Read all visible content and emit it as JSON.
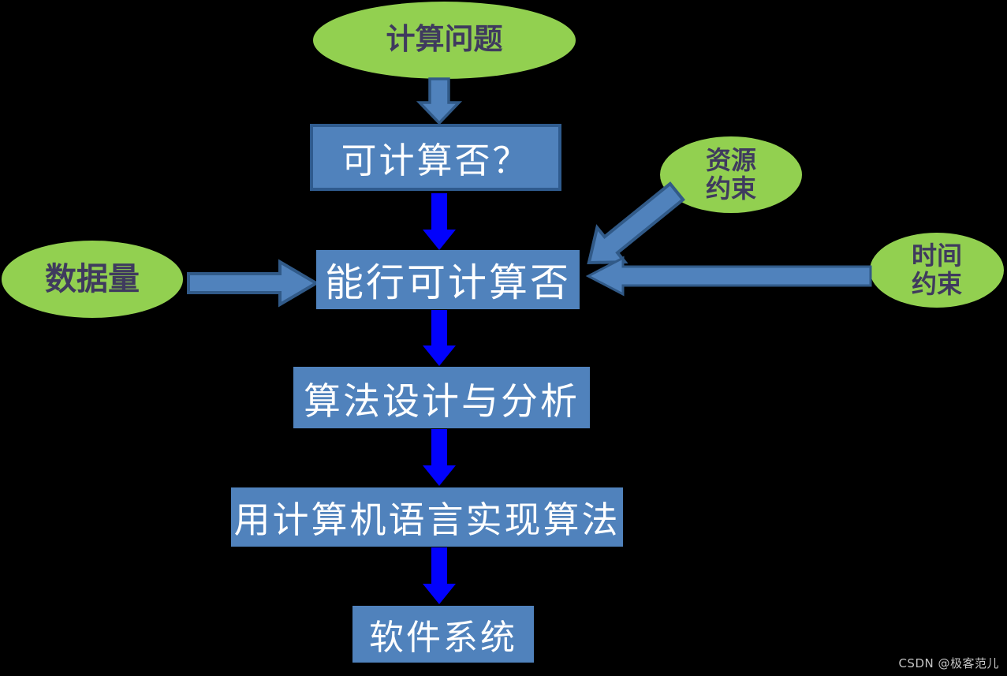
{
  "diagram": {
    "title": "computation-to-software flowchart",
    "nodes": {
      "problem": {
        "label": "计算问题",
        "shape": "ellipse"
      },
      "computable": {
        "label": "可计算否？",
        "shape": "rect"
      },
      "feasible": {
        "label": "能行可计算否",
        "shape": "rect"
      },
      "data_volume": {
        "label": "数据量",
        "shape": "ellipse"
      },
      "resource_constraint": {
        "line1": "资源",
        "line2": "约束",
        "shape": "ellipse"
      },
      "time_constraint": {
        "line1": "时间",
        "line2": "约束",
        "shape": "ellipse"
      },
      "algorithm": {
        "label": "算法设计与分析",
        "shape": "rect"
      },
      "implementation": {
        "label": "用计算机语言实现算法",
        "shape": "rect"
      },
      "software": {
        "label": "软件系统",
        "shape": "rect"
      }
    },
    "edges": [
      {
        "from": "计算问题",
        "to": "可计算否？",
        "style": "block-arrow"
      },
      {
        "from": "可计算否？",
        "to": "能行可计算否",
        "style": "flow-arrow"
      },
      {
        "from": "数据量",
        "to": "能行可计算否",
        "style": "block-arrow"
      },
      {
        "from": "资源约束",
        "to": "能行可计算否",
        "style": "block-arrow"
      },
      {
        "from": "时间约束",
        "to": "能行可计算否",
        "style": "block-arrow"
      },
      {
        "from": "能行可计算否",
        "to": "算法设计与分析",
        "style": "flow-arrow"
      },
      {
        "from": "算法设计与分析",
        "to": "用计算机语言实现算法",
        "style": "flow-arrow"
      },
      {
        "from": "用计算机语言实现算法",
        "to": "软件系统",
        "style": "flow-arrow"
      }
    ],
    "colors": {
      "background": "#000000",
      "ellipse_fill": "#92D050",
      "ellipse_text": "#3F3A5E",
      "box_fill": "#5082BC",
      "box_border": "#2F5B8E",
      "box_text": "#FFFFFF",
      "block_arrow_fill": "#5082BC",
      "block_arrow_stroke": "#315A88",
      "flow_arrow": "#0202FC"
    },
    "watermark": "CSDN @极客范儿"
  }
}
